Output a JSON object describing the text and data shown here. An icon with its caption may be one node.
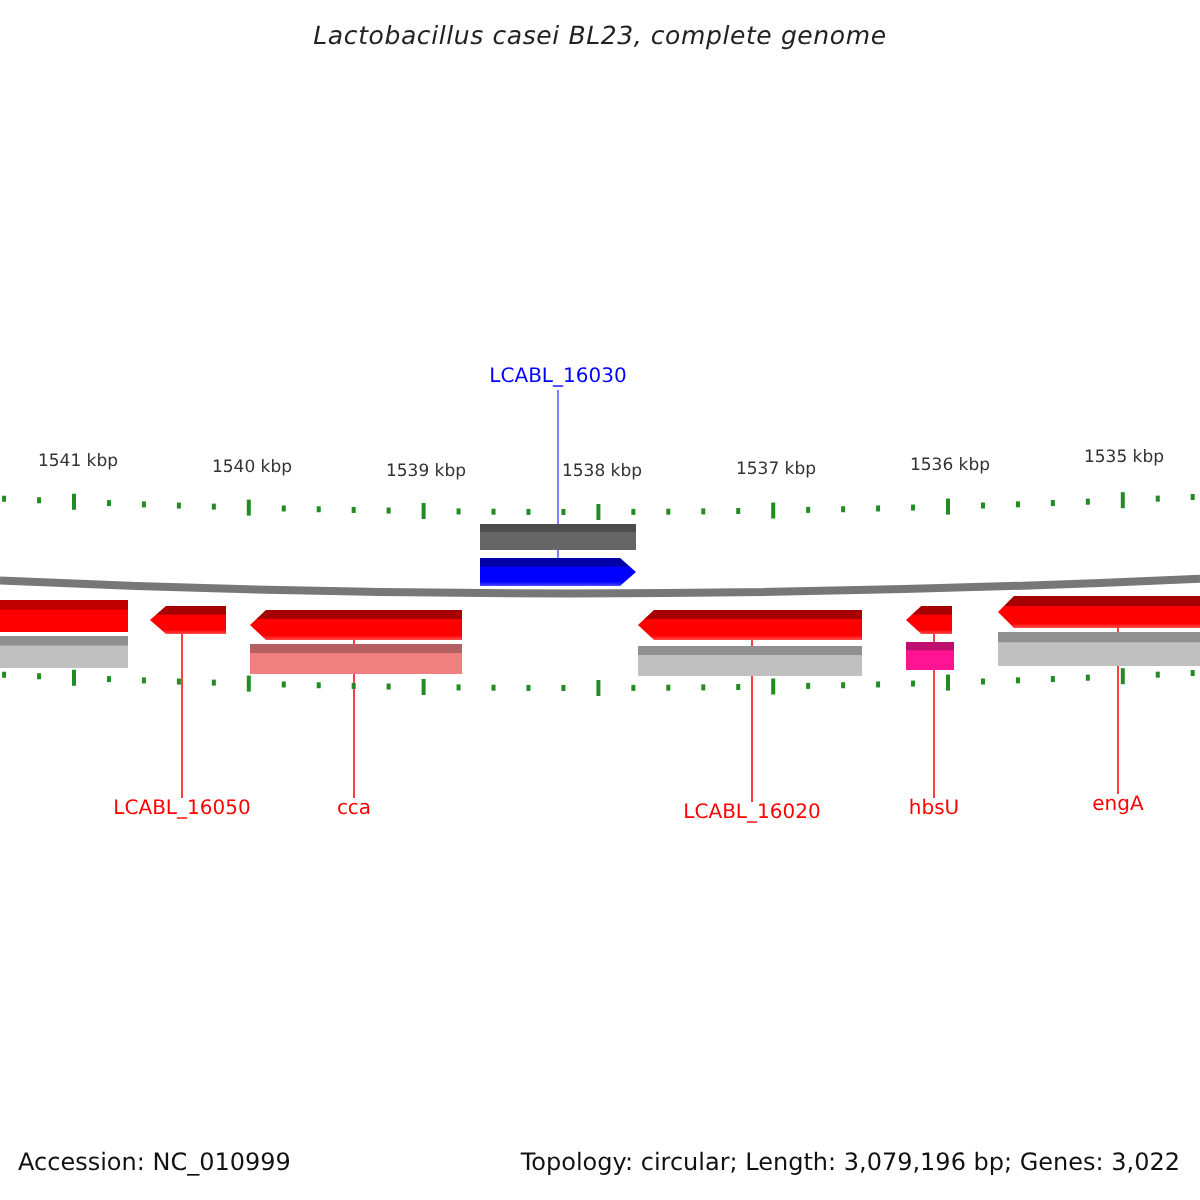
{
  "diagram": {
    "title": "Lactobacillus casei BL23, complete genome",
    "nodes": [
      {
        "text": [
          "LCABL_16030"
        ]
      },
      {
        "text": [],
        "shape": "arrow"
      },
      {
        "text": [
          "LCABL_16050"
        ]
      },
      {
        "text": [],
        "shape": "arrow"
      },
      {
        "text": [
          "cca"
        ]
      },
      {
        "text": [],
        "shape": "arrow"
      },
      {
        "text": [
          "LCABL_16020"
        ]
      },
      {
        "text": [],
        "shape": "arrow"
      },
      {
        "text": [
          "hbsU"
        ]
      },
      {
        "text": [],
        "shape": "arrow"
      },
      {
        "text": [
          "engA"
        ]
      },
      {
        "text": [],
        "shape": "arrow"
      }
    ],
    "edges": [
      {
        "from": 0,
        "to": 1,
        "arrow": "none",
        "color": "#8080ff"
      },
      {
        "from": 2,
        "to": 3,
        "arrow": "none"
      },
      {
        "from": 4,
        "to": 5,
        "arrow": "none"
      },
      {
        "from": 6,
        "to": 7,
        "arrow": "none"
      },
      {
        "from": 8,
        "to": 9,
        "arrow": "none"
      },
      {
        "from": 10,
        "to": 11,
        "arrow": "none"
      }
    ],
    "labels": [
      "1541 kbp",
      "1540 kbp",
      "1539 kbp",
      "1538 kbp",
      "1537 kbp",
      "1536 kbp",
      "1535 kbp",
      "Accession: NC_010999",
      "Topology: circular; Length: 3,079,196 bp; Genes: 3,022"
    ]
  }
}
